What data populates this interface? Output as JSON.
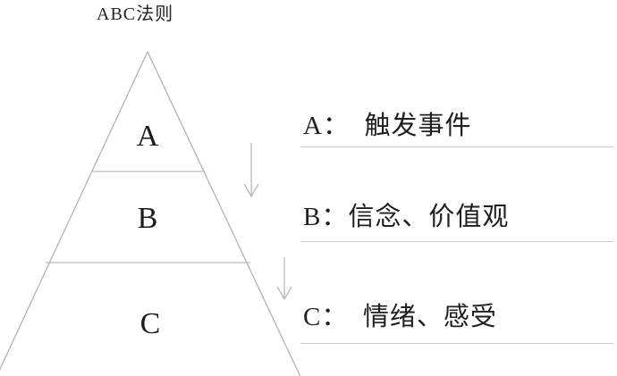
{
  "diagram": {
    "title": "ABC法则",
    "pyramid": {
      "tiers": [
        {
          "letter": "A"
        },
        {
          "letter": "B"
        },
        {
          "letter": "C"
        }
      ]
    },
    "arrows": [
      {
        "name": "arrow-a-to-b",
        "direction": "down"
      },
      {
        "name": "arrow-b-to-c",
        "direction": "down"
      }
    ],
    "rows": [
      {
        "key": "A：",
        "label": "触发事件"
      },
      {
        "key": "B：",
        "label": "信念、价值观"
      },
      {
        "key": "C：",
        "label": "情绪、感受"
      }
    ],
    "colors": {
      "outline": "#b4b4b8",
      "divider": "#bcbcc0",
      "underline": "#c9c9cc",
      "text": "#1f1f1f",
      "background": "#ffffff"
    }
  }
}
